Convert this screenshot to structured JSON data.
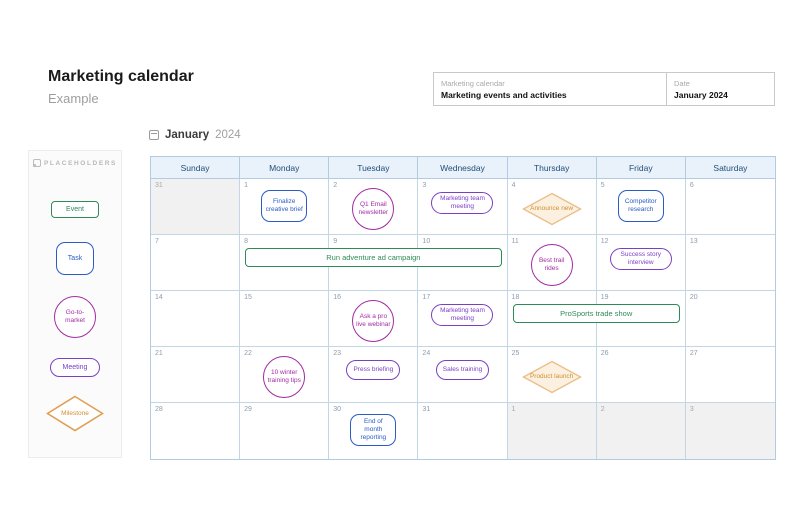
{
  "page": {
    "title": "Marketing calendar",
    "subtitle": "Example"
  },
  "meta": {
    "field1_label": "Marketing calendar",
    "field1_value": "Marketing events and activities",
    "field2_label": "Date",
    "field2_value": "January 2024"
  },
  "month_header": {
    "month": "January",
    "year": "2024"
  },
  "sidebar": {
    "logo_text": "PLACEHOLDERS",
    "legend": [
      {
        "type": "event",
        "label": "Event"
      },
      {
        "type": "task",
        "label": "Task"
      },
      {
        "type": "gtm",
        "label": "Go-to-market"
      },
      {
        "type": "meeting",
        "label": "Meeting"
      },
      {
        "type": "milestone",
        "label": "Milestone"
      }
    ]
  },
  "colors": {
    "event_green": "#2e8b57",
    "task_blue": "#2a5cc4",
    "gtm_magenta": "#a32ba3",
    "meeting_purple": "#7b3fc4",
    "milestone_orange": "#e0a054",
    "milestone_fill": "#fcf0e0",
    "weekday_header_bg": "#e9f1fa",
    "weekday_header_text": "#1f4e79",
    "grid_border": "#b3cbe0",
    "other_month_bg": "#f1f1f1"
  },
  "calendar": {
    "weekdays": [
      "Sunday",
      "Monday",
      "Tuesday",
      "Wednesday",
      "Thursday",
      "Friday",
      "Saturday"
    ],
    "weeks": [
      [
        {
          "day": "31",
          "other": true
        },
        {
          "day": "1",
          "events": [
            {
              "type": "task",
              "label": "Finalize creative brief"
            }
          ]
        },
        {
          "day": "2",
          "events": [
            {
              "type": "gtm",
              "label": "Q1 Email newsletter"
            }
          ]
        },
        {
          "day": "3",
          "events": [
            {
              "type": "meeting",
              "label": "Marketing team meeting"
            }
          ]
        },
        {
          "day": "4",
          "events": [
            {
              "type": "milestone",
              "label": "Announce new"
            }
          ]
        },
        {
          "day": "5",
          "events": [
            {
              "type": "task",
              "label": "Competitor research"
            }
          ]
        },
        {
          "day": "6"
        }
      ],
      [
        {
          "day": "7"
        },
        {
          "day": "8",
          "events": [
            {
              "type": "event",
              "label": "Run adventure ad campaign",
              "span": 3
            }
          ]
        },
        {
          "day": "9"
        },
        {
          "day": "10"
        },
        {
          "day": "11",
          "events": [
            {
              "type": "gtm",
              "label": "Best trail rides"
            }
          ]
        },
        {
          "day": "12",
          "events": [
            {
              "type": "meeting",
              "label": "Success story interview"
            }
          ]
        },
        {
          "day": "13"
        }
      ],
      [
        {
          "day": "14"
        },
        {
          "day": "15"
        },
        {
          "day": "16",
          "events": [
            {
              "type": "gtm",
              "label": "Ask a pro live webinar"
            }
          ]
        },
        {
          "day": "17",
          "events": [
            {
              "type": "meeting",
              "label": "Marketing team meeting"
            }
          ]
        },
        {
          "day": "18",
          "events": [
            {
              "type": "event",
              "label": "ProSports trade show",
              "span": 2
            }
          ]
        },
        {
          "day": "19"
        },
        {
          "day": "20"
        }
      ],
      [
        {
          "day": "21"
        },
        {
          "day": "22",
          "events": [
            {
              "type": "gtm",
              "label": "10 winter training tips"
            }
          ]
        },
        {
          "day": "23",
          "events": [
            {
              "type": "meeting",
              "label": "Press briefing"
            }
          ]
        },
        {
          "day": "24",
          "events": [
            {
              "type": "meeting",
              "label": "Sales training"
            }
          ]
        },
        {
          "day": "25",
          "events": [
            {
              "type": "milestone",
              "label": "Product launch"
            }
          ]
        },
        {
          "day": "26"
        },
        {
          "day": "27"
        }
      ],
      [
        {
          "day": "28"
        },
        {
          "day": "29"
        },
        {
          "day": "30",
          "events": [
            {
              "type": "task",
              "label": "End of month reporting"
            }
          ]
        },
        {
          "day": "31"
        },
        {
          "day": "1",
          "other": true
        },
        {
          "day": "2",
          "other": true
        },
        {
          "day": "3",
          "other": true
        }
      ]
    ]
  }
}
